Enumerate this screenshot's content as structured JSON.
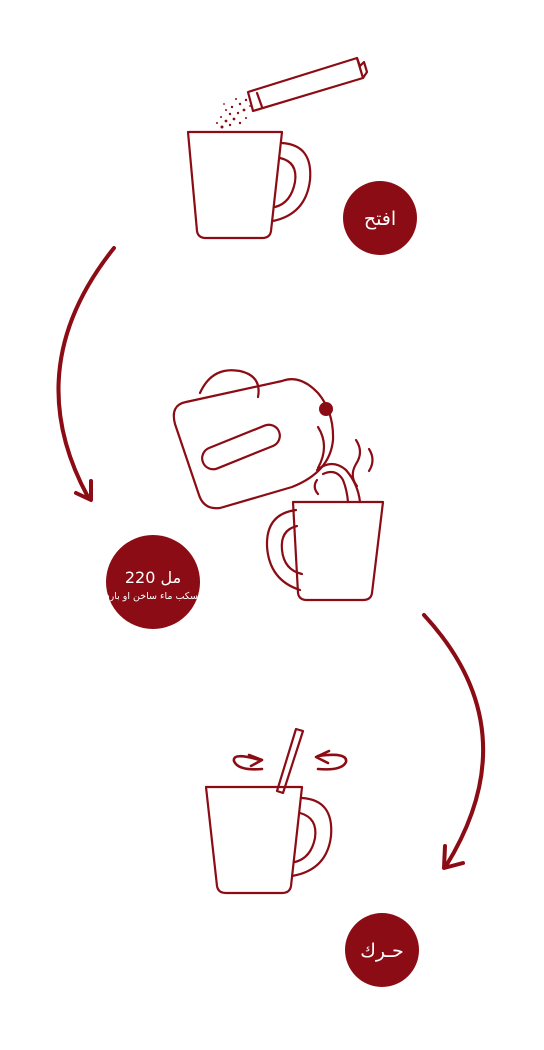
{
  "steps": {
    "open": {
      "label": "افتح"
    },
    "pour": {
      "amount": "220 مل",
      "instruction": "اسكب ماء ساخن او بارد"
    },
    "stir": {
      "label": "حـرك"
    }
  },
  "colors": {
    "brand": "#8b0c14",
    "line": "#8b0c14",
    "background": "#ffffff",
    "badge_text": "#ffffff"
  },
  "icons": {
    "step1": [
      "sachet-icon",
      "powder-icon",
      "mug-icon"
    ],
    "step2": [
      "kettle-icon",
      "water-stream-icon",
      "steam-icon",
      "mug-icon"
    ],
    "step3": [
      "stir-stick-icon",
      "rotate-arrows-icon",
      "mug-icon"
    ],
    "flow": [
      "curved-arrow-icon",
      "curved-arrow-icon"
    ]
  }
}
